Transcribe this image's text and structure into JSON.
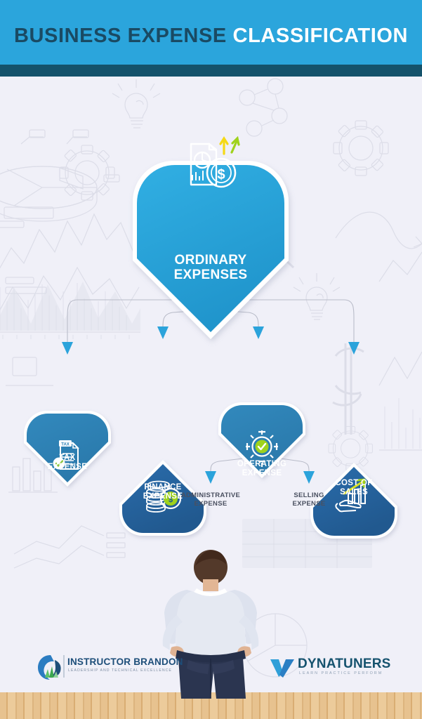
{
  "header": {
    "title_primary": "BUSINESS EXPENSE",
    "title_secondary": "CLASSIFICATION",
    "band_color": "#2ba5dc",
    "rule_color": "#14526b",
    "primary_color": "#1a4a63",
    "secondary_color": "#ffffff"
  },
  "canvas": {
    "background_color": "#f0f0f8",
    "floor_color": "#e7c28f"
  },
  "diagram": {
    "type": "hierarchy-flow",
    "root": {
      "label": "ORDINARY\nEXPENSES",
      "icon": "document-chart-dollar-icon",
      "shape": "shield-rounded-top",
      "fill_color": "#2ba3db"
    },
    "children": [
      {
        "label": "TAX\nEXPENSE",
        "icon": "tax-document-check-icon",
        "shape": "shield-rounded-top",
        "fill_color": "#2e82b6",
        "arc_position": "top",
        "label_position": "above-icon"
      },
      {
        "label": "FINANCE\nEXPENSE",
        "icon": "coins-stack-dollar-icon",
        "shape": "shield-rounded-bottom",
        "fill_color": "#25639f",
        "arc_position": "bottom",
        "label_position": "below-icon"
      },
      {
        "label": "OPERATING\nEXPENSE",
        "icon": "gear-check-icon",
        "shape": "shield-rounded-top",
        "fill_color": "#2e82b6",
        "arc_position": "top",
        "label_position": "above-icon"
      },
      {
        "label": "COST OF\nSALES",
        "icon": "hand-bar-chart-arrow-icon",
        "shape": "shield-rounded-bottom",
        "fill_color": "#25639f",
        "arc_position": "bottom",
        "label_position": "below-icon"
      }
    ],
    "sub_children": [
      {
        "label": "ADMINISTRATIVE\nEXPENSE",
        "parent": "OPERATING EXPENSE"
      },
      {
        "label": "SELLING\nEXPENSE",
        "parent": "OPERATING EXPENSE"
      }
    ],
    "connector_color": "#b9bcc9",
    "arrow_color": "#2ba3db",
    "arc_color": "#1b5076"
  },
  "logos": {
    "left": {
      "brand": "INSTRUCTOR BRANDON",
      "tagline": "LEADERSHIP AND TECHNICAL EXCELLENCE",
      "mark": "swoosh-leaf-icon",
      "brand_color": "#1d4e79"
    },
    "right": {
      "brand": "DYNATUNERS",
      "tagline": "LEARN PRACTICE PERFORM",
      "mark": "checkmark-v-icon",
      "brand_color": "#15526e"
    }
  }
}
